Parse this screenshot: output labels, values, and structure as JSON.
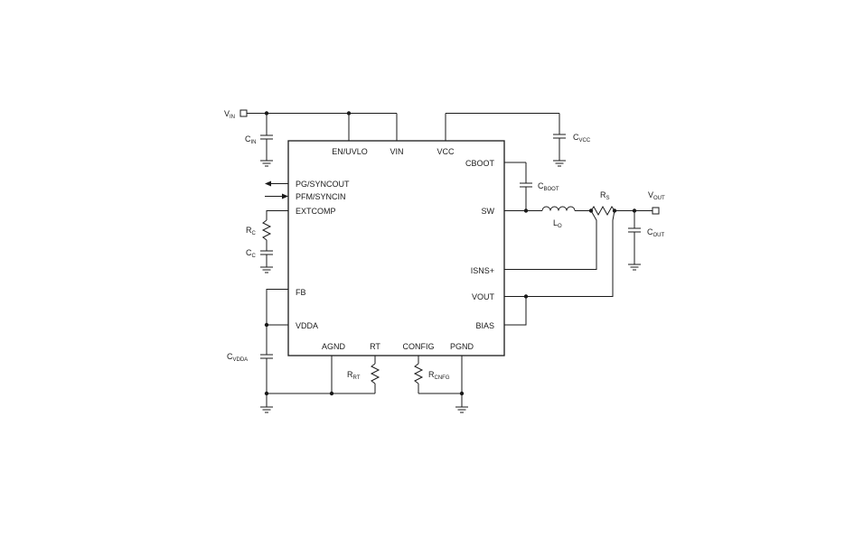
{
  "chip": {
    "pins": {
      "en_uvlo": "EN/UVLO",
      "vin": "VIN",
      "vcc": "VCC",
      "cboot": "CBOOT",
      "pg_syncout": "PG/SYNCOUT",
      "pfm_syncin": "PFM/SYNCIN",
      "extcomp": "EXTCOMP",
      "sw": "SW",
      "isns_plus": "ISNS+",
      "fb": "FB",
      "vout": "VOUT",
      "vdda": "VDDA",
      "bias": "BIAS",
      "agnd": "AGND",
      "rt": "RT",
      "config": "CONFIG",
      "pgnd": "PGND"
    }
  },
  "labels": {
    "vin": {
      "main": "V",
      "sub": "IN"
    },
    "cin": {
      "main": "C",
      "sub": "IN"
    },
    "cvcc": {
      "main": "C",
      "sub": "VCC"
    },
    "cboot": {
      "main": "C",
      "sub": "BOOT"
    },
    "lo": {
      "main": "L",
      "sub": "O"
    },
    "rs": {
      "main": "R",
      "sub": "S"
    },
    "vout": {
      "main": "V",
      "sub": "OUT"
    },
    "cout": {
      "main": "C",
      "sub": "OUT"
    },
    "rc": {
      "main": "R",
      "sub": "C"
    },
    "cc": {
      "main": "C",
      "sub": "C"
    },
    "cvdda": {
      "main": "C",
      "sub": "VDDA"
    },
    "rrt": {
      "main": "R",
      "sub": "RT"
    },
    "rcnfg": {
      "main": "R",
      "sub": "CNFG"
    }
  }
}
